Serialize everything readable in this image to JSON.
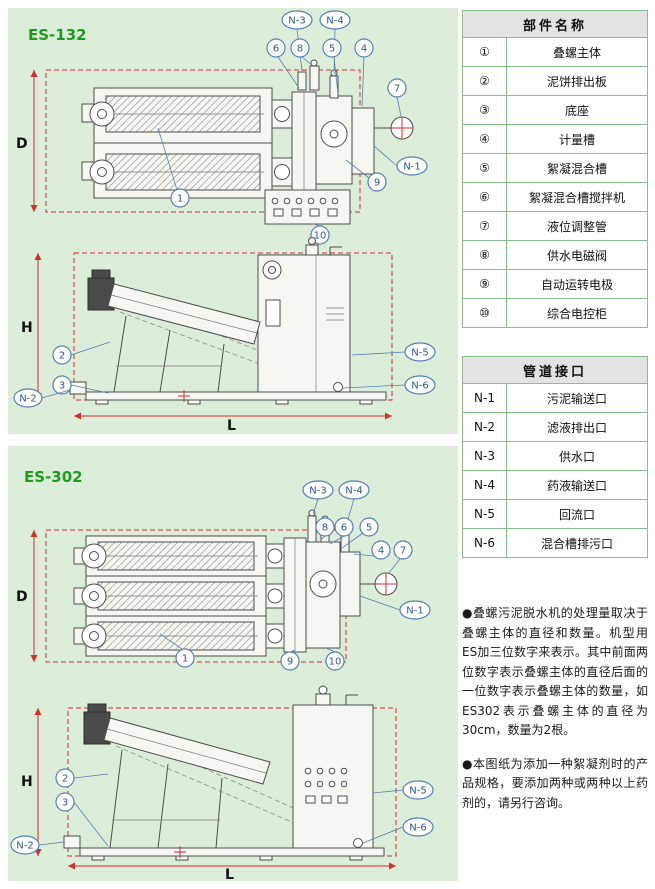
{
  "colors": {
    "panel_bg": "#dcedd9",
    "table_border": "#8bbd8b",
    "table_header_bg": "#e3e3e3",
    "callout_blue": "#5580b0",
    "dimension_red": "#d03030",
    "model_green": "#1d9b1d"
  },
  "panels": [
    {
      "model": "ES-132"
    },
    {
      "model": "ES-302"
    }
  ],
  "labels": {
    "d": "D",
    "h": "H",
    "l": "L",
    "c1": "1",
    "c2": "2",
    "c3": "3",
    "c4": "4",
    "c5": "5",
    "c6": "6",
    "c7": "7",
    "c8": "8",
    "c9": "9",
    "c10": "10",
    "n1": "N-1",
    "n2": "N-2",
    "n3": "N-3",
    "n4": "N-4",
    "n5": "N-5",
    "n6": "N-6"
  },
  "parts_table": {
    "title": "部件名称",
    "rows": [
      {
        "num": "①",
        "name": "叠螺主体"
      },
      {
        "num": "②",
        "name": "泥饼排出板"
      },
      {
        "num": "③",
        "name": "底座"
      },
      {
        "num": "④",
        "name": "计量槽"
      },
      {
        "num": "⑤",
        "name": "絮凝混合槽"
      },
      {
        "num": "⑥",
        "name": "絮凝混合槽搅拌机"
      },
      {
        "num": "⑦",
        "name": "液位调整管"
      },
      {
        "num": "⑧",
        "name": "供水电磁阀"
      },
      {
        "num": "⑨",
        "name": "自动运转电极"
      },
      {
        "num": "⑩",
        "name": "综合电控柜"
      }
    ]
  },
  "pipes_table": {
    "title": "管道接口",
    "rows": [
      {
        "num": "N-1",
        "name": "污泥输送口"
      },
      {
        "num": "N-2",
        "name": "滤液排出口"
      },
      {
        "num": "N-3",
        "name": "供水口"
      },
      {
        "num": "N-4",
        "name": "药液输送口"
      },
      {
        "num": "N-5",
        "name": "回流口"
      },
      {
        "num": "N-6",
        "name": "混合槽排污口"
      }
    ]
  },
  "notes": [
    "●叠螺污泥脱水机的处理量取决于叠螺主体的直径和数量。机型用 ES加三位数字来表示。其中前面两位数字表示叠螺主体的直径后面的一位数字表示叠螺主体的数量，如 ES302表示叠螺主体的直径为30cm，数量为2根。",
    "●本图纸为添加一种絮凝剂时的产品规格，要添加两种或两种以上药剂的，请另行咨询。"
  ]
}
